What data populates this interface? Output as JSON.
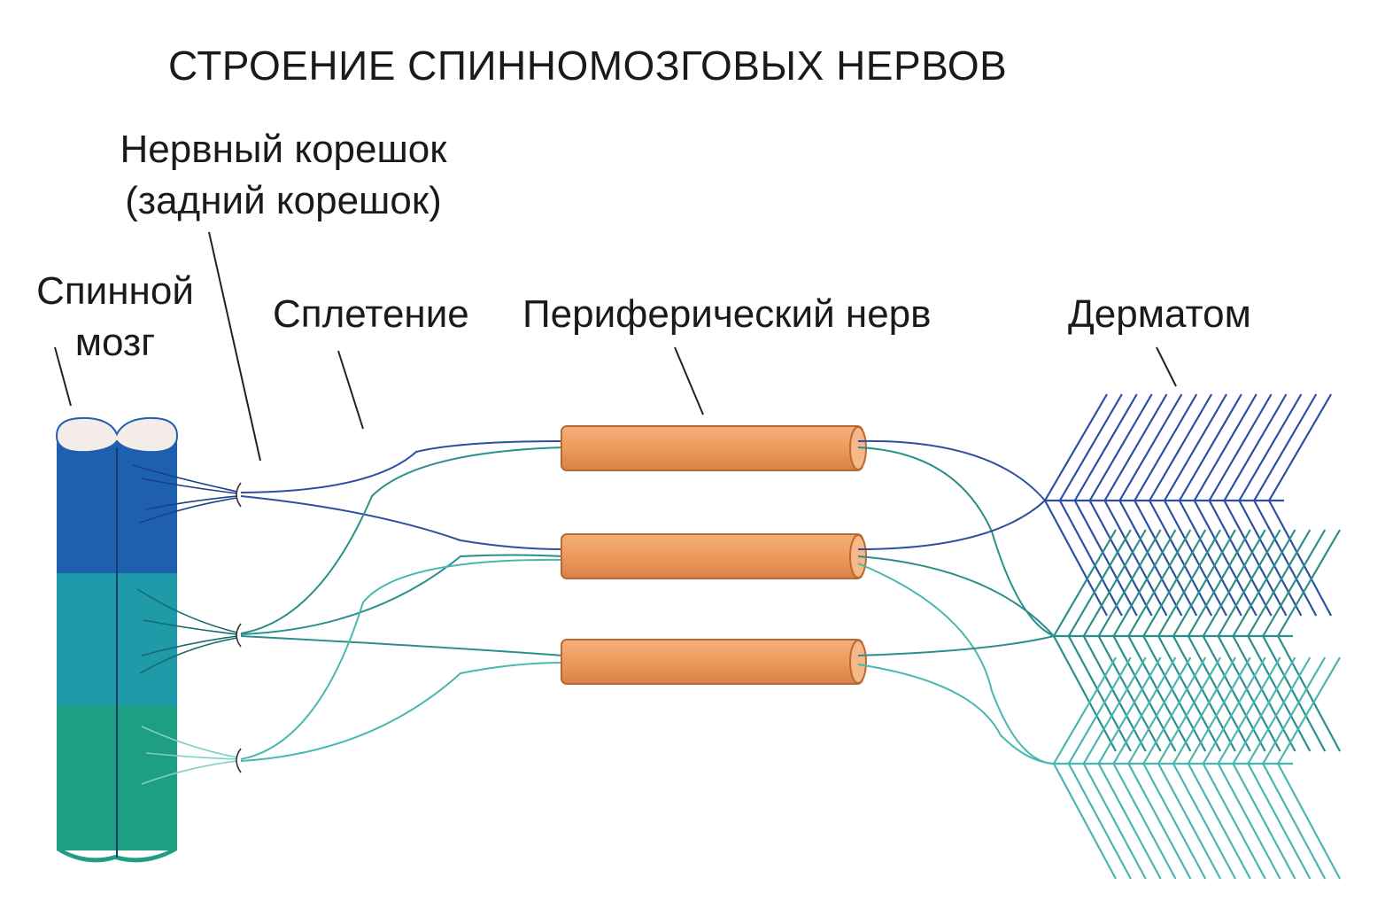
{
  "title": "СТРОЕНИЕ СПИННОМОЗГОВЫХ НЕРВОВ",
  "labels": {
    "nerve_root_line1": "Нервный корешок",
    "nerve_root_line2": "(задний корешок)",
    "spinal_cord_line1": "Спинной",
    "spinal_cord_line2": "мозг",
    "plexus": "Сплетение",
    "peripheral_nerve": "Периферический нерв",
    "dermatome": "Дерматом"
  },
  "colors": {
    "segment_top": "#1f5fb0",
    "segment_mid": "#1f9aa8",
    "segment_bottom": "#1f9f82",
    "cord_cap": "#f3ece8",
    "nerve_fill": "#ee9a5c",
    "nerve_stroke": "#b86a32",
    "fiber_blue": "#2d4fa3",
    "fiber_teal": "#2a8f8a",
    "fiber_light": "#49b7b0"
  }
}
